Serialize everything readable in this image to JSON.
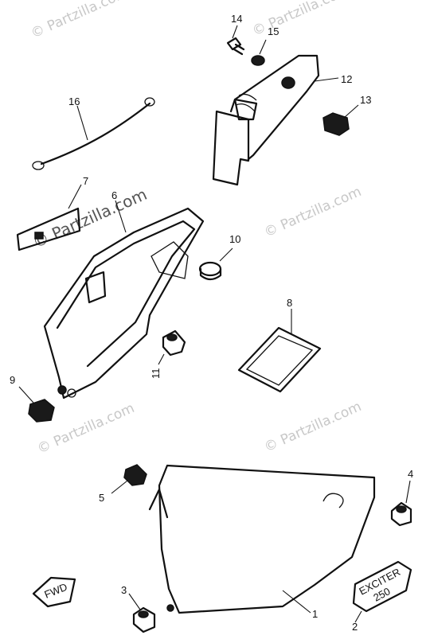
{
  "watermark": {
    "text": "© Partzilla.com",
    "feature_text": "© Partzilla.com"
  },
  "callouts": [
    {
      "id": "c1",
      "label": "1"
    },
    {
      "id": "c2",
      "label": "2"
    },
    {
      "id": "c3",
      "label": "3"
    },
    {
      "id": "c4",
      "label": "4"
    },
    {
      "id": "c5",
      "label": "5"
    },
    {
      "id": "c6",
      "label": "6"
    },
    {
      "id": "c7",
      "label": "7"
    },
    {
      "id": "c8",
      "label": "8"
    },
    {
      "id": "c9",
      "label": "9"
    },
    {
      "id": "c10",
      "label": "10"
    },
    {
      "id": "c11",
      "label": "11"
    },
    {
      "id": "c12",
      "label": "12"
    },
    {
      "id": "c13",
      "label": "13"
    },
    {
      "id": "c14",
      "label": "14"
    },
    {
      "id": "c15",
      "label": "15"
    },
    {
      "id": "c16",
      "label": "16"
    }
  ],
  "decals": {
    "fwd_text": "FWD",
    "emblem_line1": "EXCITER",
    "emblem_line2": "250"
  }
}
